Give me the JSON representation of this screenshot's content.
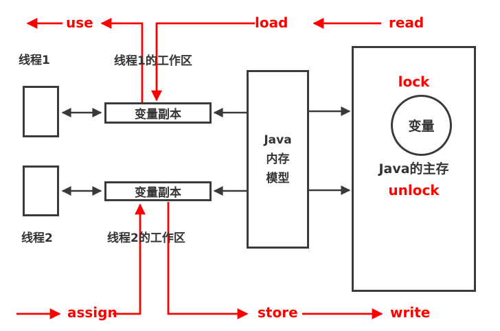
{
  "threads": {
    "thread1": "线程1",
    "thread1_workspace": "线程1的工作区",
    "thread2": "线程2",
    "thread2_workspace": "线程2的工作区"
  },
  "memory": {
    "variable_copy_1": "变量副本",
    "variable_copy_2": "变量副本",
    "jmm_line1": "Java",
    "jmm_line2": "内存",
    "jmm_line3": "模型",
    "main_memory": "Java的主存",
    "variable": "变量"
  },
  "operations": {
    "use": "use",
    "load": "load",
    "read": "read",
    "assign": "assign",
    "store": "store",
    "write": "write",
    "lock": "lock",
    "unlock": "unlock"
  },
  "colors": {
    "operation_red": "#fe0000",
    "line_dark": "#3a3a3a",
    "background": "#ffffff"
  }
}
